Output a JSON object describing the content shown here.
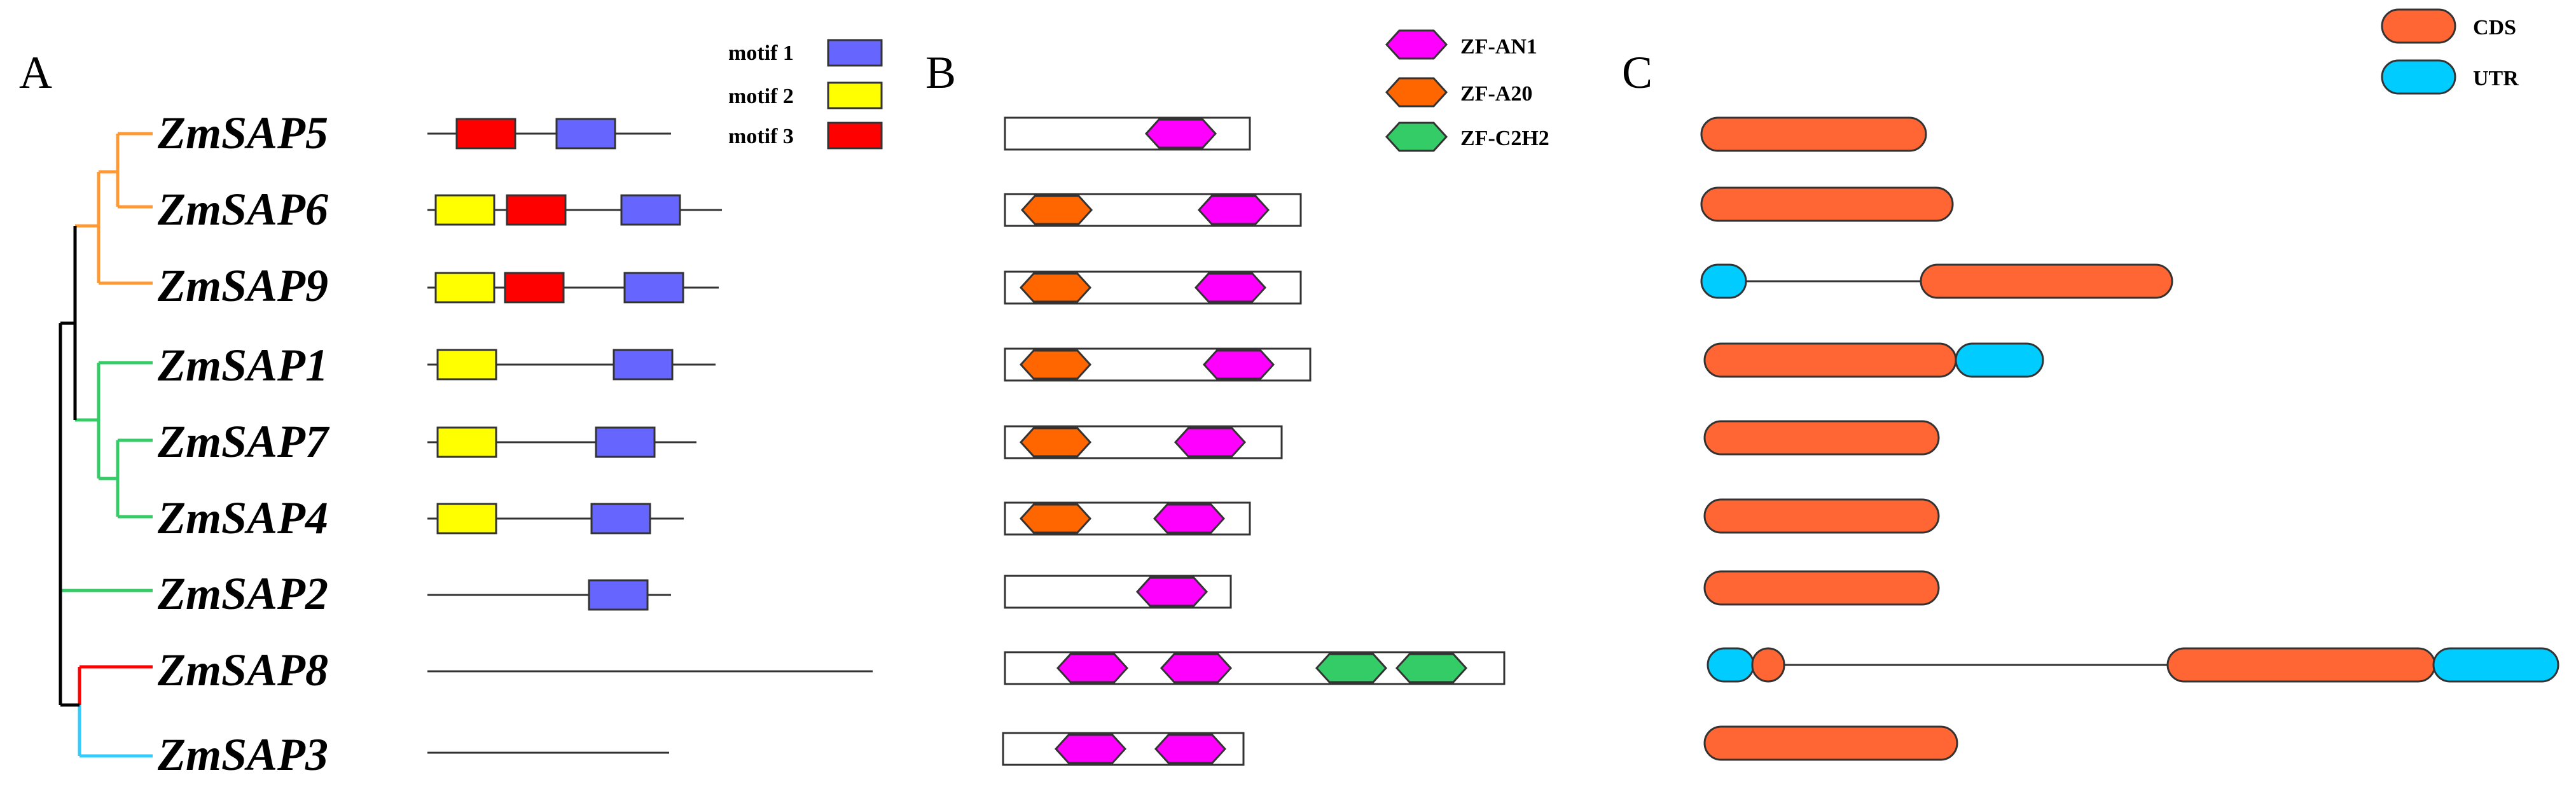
{
  "colors": {
    "motif1": "#6666ff",
    "motif2": "#ffff00",
    "motif3": "#ff0000",
    "zf_an1": "#ff00ff",
    "zf_a20": "#ff6600",
    "zf_c2h2": "#33cc66",
    "cds": "#ff6633",
    "utr": "#00ccff",
    "clade_orange": "#ff9933",
    "clade_green": "#33cc66",
    "clade_red": "#ff0000",
    "clade_blue": "#33ccff"
  },
  "panels": {
    "a": "A",
    "b": "B",
    "c": "C"
  },
  "genes": [
    "ZmSAP5",
    "ZmSAP6",
    "ZmSAP9",
    "ZmSAP1",
    "ZmSAP7",
    "ZmSAP4",
    "ZmSAP2",
    "ZmSAP8",
    "ZmSAP3"
  ],
  "legend_motifs": [
    {
      "label": "motif 1",
      "color_key": "motif1"
    },
    {
      "label": "motif 2",
      "color_key": "motif2"
    },
    {
      "label": "motif 3",
      "color_key": "motif3"
    }
  ],
  "legend_domains": [
    {
      "label": "ZF-AN1",
      "color_key": "zf_an1"
    },
    {
      "label": "ZF-A20",
      "color_key": "zf_a20"
    },
    {
      "label": "ZF-C2H2",
      "color_key": "zf_c2h2"
    }
  ],
  "legend_structure": [
    {
      "label": "CDS",
      "color_key": "cds"
    },
    {
      "label": "UTR",
      "color_key": "utr"
    }
  ]
}
